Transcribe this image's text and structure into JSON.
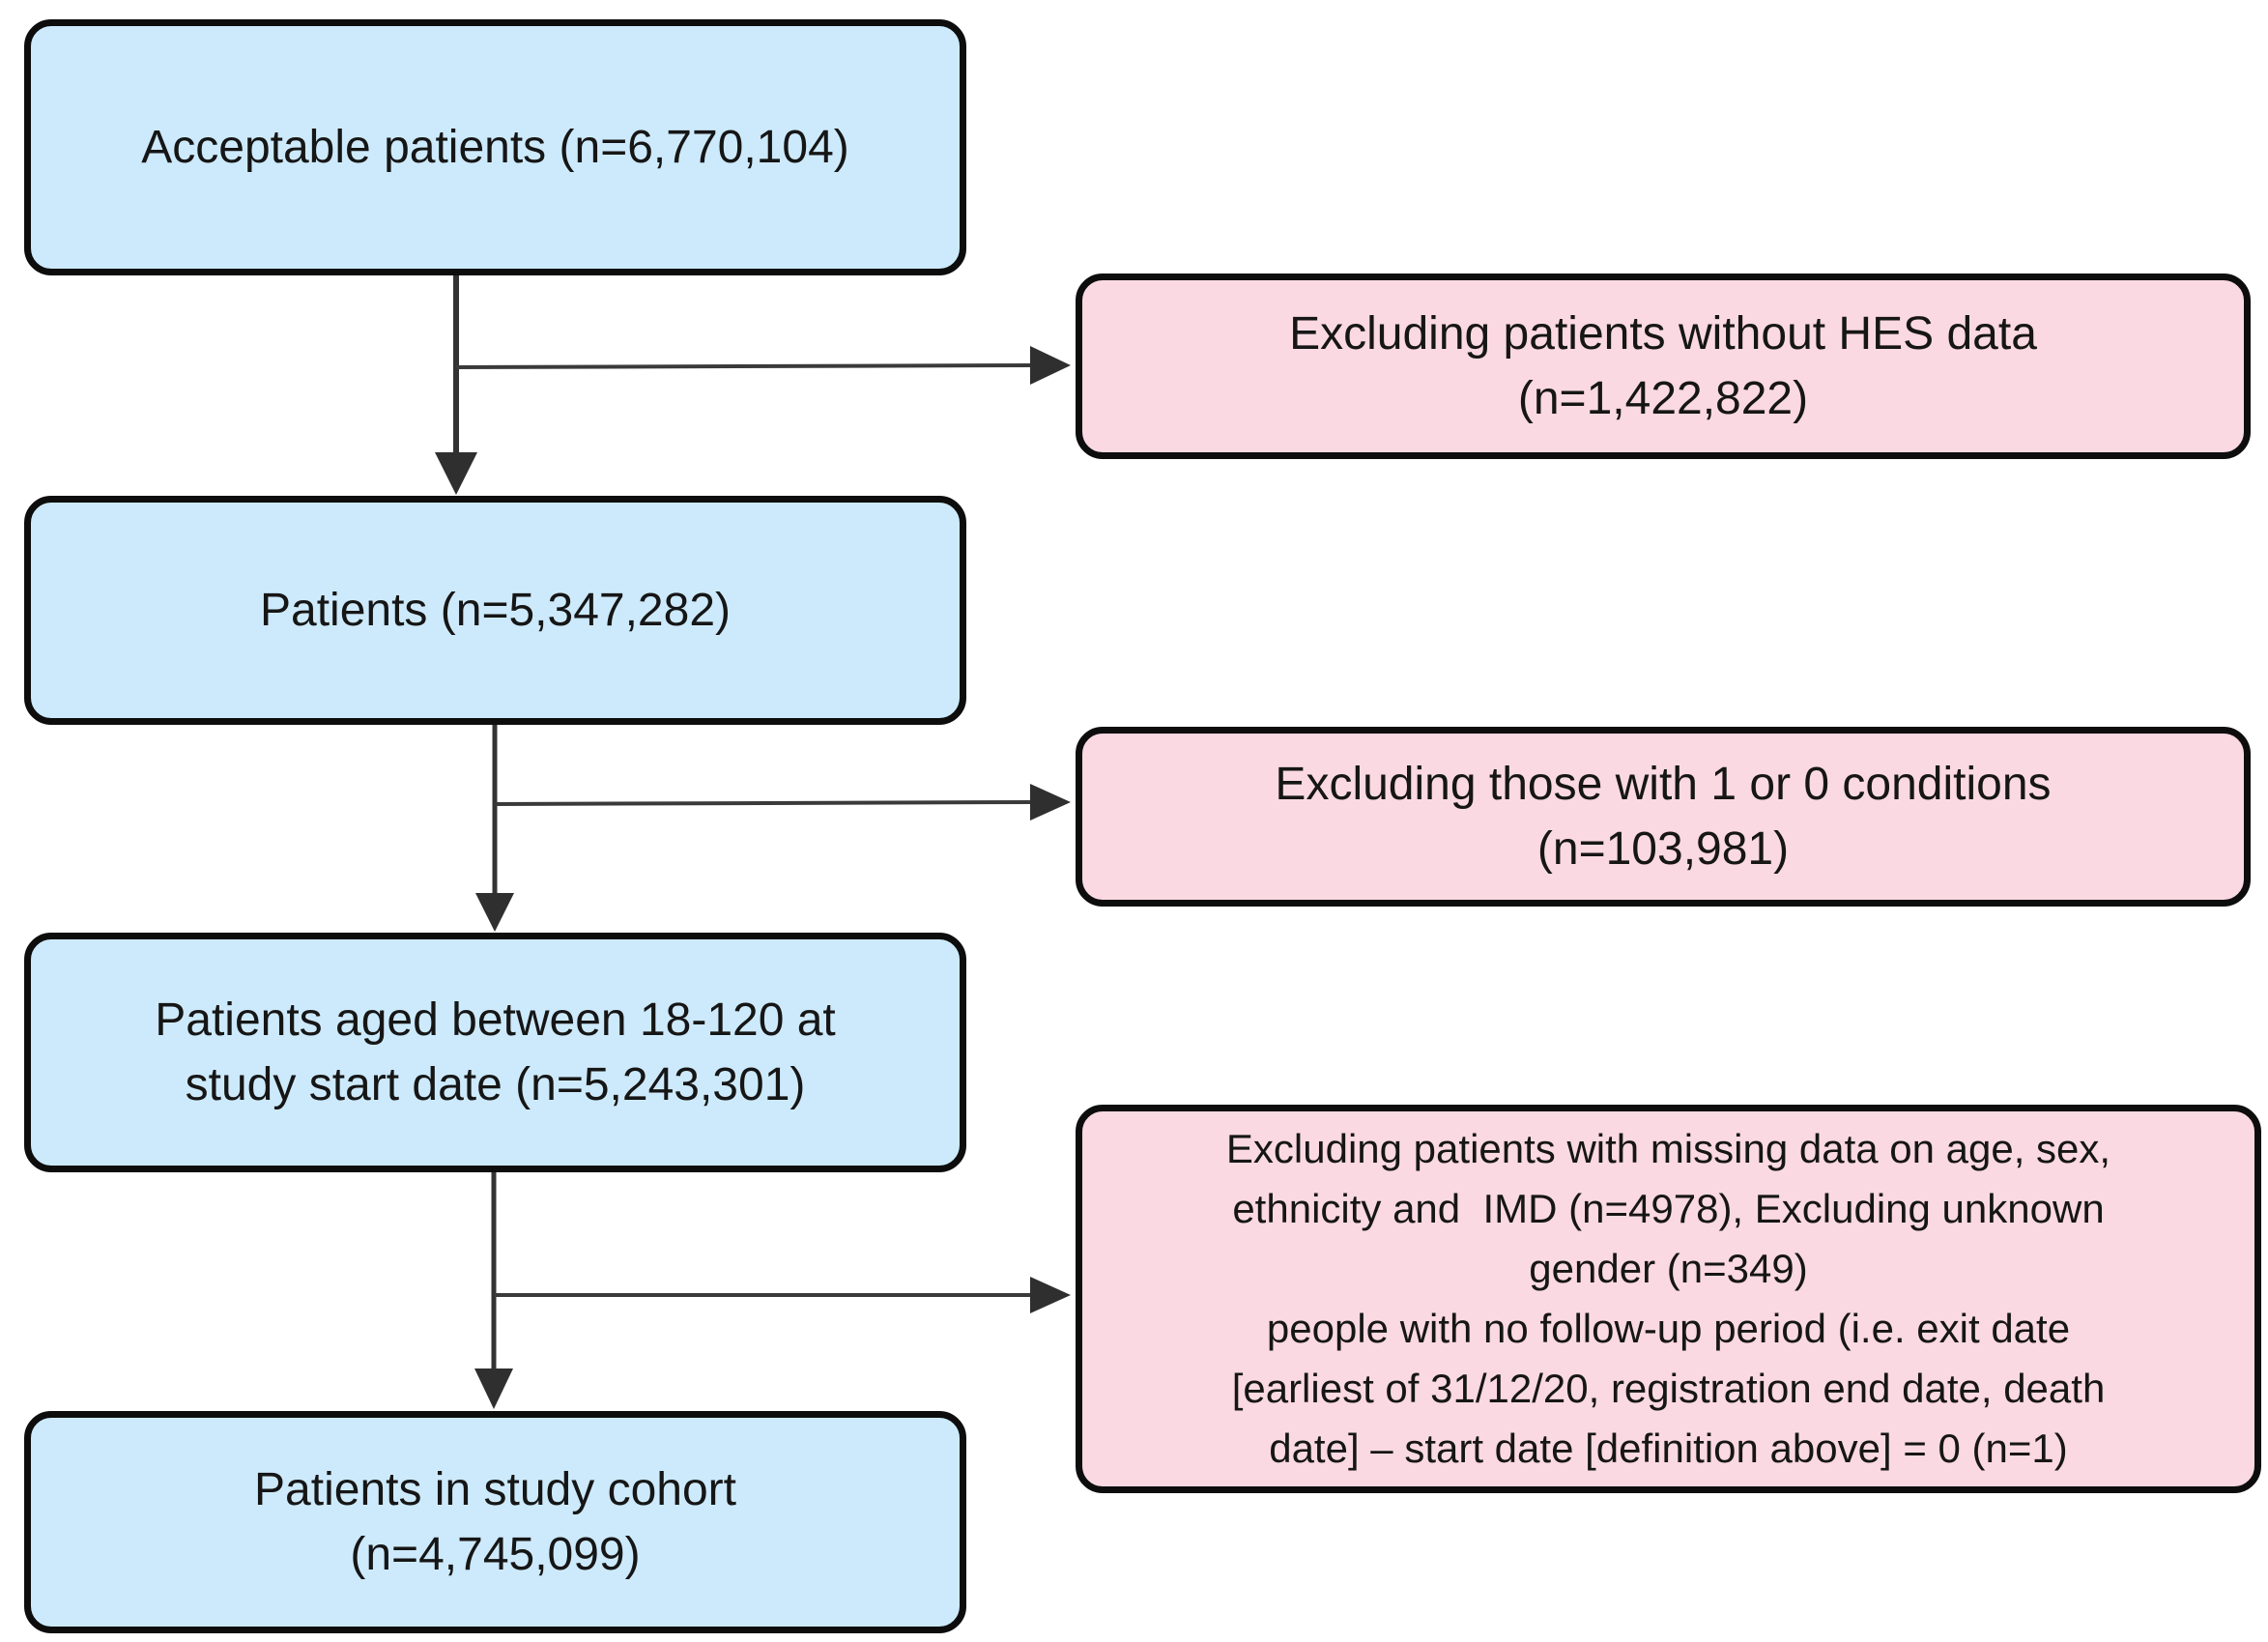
{
  "figure": {
    "type": "flowchart",
    "description": "Study cohort selection flow diagram"
  },
  "colors": {
    "cohort_box_fill": "#cdeafc",
    "exclusion_box_fill": "#fbd9e2",
    "box_border": "#0d0d0d",
    "arrow_line": "#3a3a3a",
    "arrow_head": "#2f2f2f",
    "text": "#161616",
    "background": "#ffffff"
  },
  "flowchart": {
    "cohort_boxes": [
      {
        "id": "acceptable-patients",
        "label": "Acceptable patients (n=6,770,104)",
        "n": "6,770,104"
      },
      {
        "id": "patients",
        "label": "Patients (n=5,347,282)",
        "n": "5,347,282"
      },
      {
        "id": "patients-aged-18-120",
        "label": "Patients aged between 18-120 at\nstudy start date (n=5,243,301)",
        "n": "5,243,301"
      },
      {
        "id": "patients-in-study-cohort",
        "label": "Patients in study cohort\n(n=4,745,099)",
        "n": "4,745,099"
      }
    ],
    "exclusion_boxes": [
      {
        "id": "excluding-no-hes-data",
        "label": "Excluding patients without HES data\n(n=1,422,822)",
        "n": "1,422,822"
      },
      {
        "id": "excluding-1-or-0-conditions",
        "label": "Excluding those with 1 or 0 conditions\n(n=103,981)",
        "n": "103,981"
      },
      {
        "id": "excluding-missing-data",
        "label": "Excluding patients with missing data on age, sex,\nethnicity and  IMD (n=4978), Excluding unknown\ngender (n=349)\npeople with no follow-up period (i.e. exit date\n[earliest of 31/12/20, registration end date, death\ndate] – start date [definition above] = 0 (n=1)",
        "n_values": [
          "4978",
          "349",
          "1"
        ]
      }
    ]
  }
}
